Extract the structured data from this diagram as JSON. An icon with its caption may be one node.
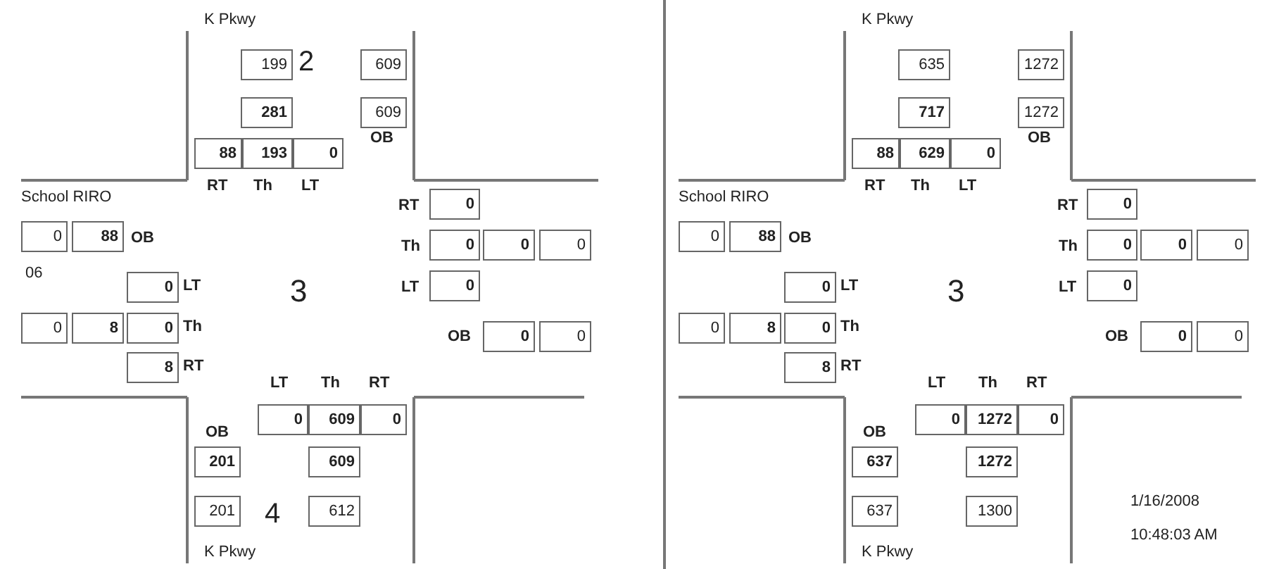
{
  "diagram": {
    "nodes": [
      {
        "text": [
          "199"
        ]
      },
      {
        "text": [
          "609"
        ]
      },
      {
        "text": [
          "281"
        ]
      },
      {
        "text": [
          "609"
        ]
      },
      {
        "text": [
          "88"
        ]
      },
      {
        "text": [
          "193"
        ]
      },
      {
        "text": [
          "0"
        ]
      },
      {
        "text": [
          "0"
        ]
      },
      {
        "text": [
          "88"
        ]
      },
      {
        "text": [
          "0"
        ]
      },
      {
        "text": [
          "0"
        ]
      },
      {
        "text": [
          "0"
        ]
      },
      {
        "text": [
          "0"
        ]
      },
      {
        "text": [
          "0"
        ]
      },
      {
        "text": [
          "0"
        ]
      },
      {
        "text": [
          "8"
        ]
      },
      {
        "text": [
          "0"
        ]
      },
      {
        "text": [
          "0"
        ]
      },
      {
        "text": [
          "0"
        ]
      },
      {
        "text": [
          "0"
        ]
      },
      {
        "text": [
          "8"
        ]
      },
      {
        "text": [
          "0"
        ]
      },
      {
        "text": [
          "609"
        ]
      },
      {
        "text": [
          "0"
        ]
      },
      {
        "text": [
          "201"
        ]
      },
      {
        "text": [
          "609"
        ]
      },
      {
        "text": [
          "201"
        ]
      },
      {
        "text": [
          "612"
        ]
      },
      {
        "text": [
          "635"
        ]
      },
      {
        "text": [
          "1272"
        ]
      },
      {
        "text": [
          "717"
        ]
      },
      {
        "text": [
          "1272"
        ]
      },
      {
        "text": [
          "88"
        ]
      },
      {
        "text": [
          "629"
        ]
      },
      {
        "text": [
          "0"
        ]
      },
      {
        "text": [
          "0"
        ]
      },
      {
        "text": [
          "88"
        ]
      },
      {
        "text": [
          "0"
        ]
      },
      {
        "text": [
          "0"
        ]
      },
      {
        "text": [
          "0"
        ]
      },
      {
        "text": [
          "0"
        ]
      },
      {
        "text": [
          "0"
        ]
      },
      {
        "text": [
          "0"
        ]
      },
      {
        "text": [
          "8"
        ]
      },
      {
        "text": [
          "0"
        ]
      },
      {
        "text": [
          "0"
        ]
      },
      {
        "text": [
          "0"
        ]
      },
      {
        "text": [
          "0"
        ]
      },
      {
        "text": [
          "8"
        ]
      },
      {
        "text": [
          "0"
        ]
      },
      {
        "text": [
          "1272"
        ]
      },
      {
        "text": [
          "0"
        ]
      },
      {
        "text": [
          "637"
        ]
      },
      {
        "text": [
          "1272"
        ]
      },
      {
        "text": [
          "637"
        ]
      },
      {
        "text": [
          "1300"
        ]
      }
    ],
    "labels": [
      "K Pkwy",
      "2",
      "OB",
      "RT",
      "Th",
      "LT",
      "School RIRO",
      "RT",
      "OB",
      "Th",
      "06",
      "LT",
      "3",
      "LT",
      "Th",
      "OB",
      "RT",
      "LT",
      "Th",
      "RT",
      "OB",
      "4",
      "K Pkwy",
      "K Pkwy",
      "OB",
      "RT",
      "Th",
      "LT",
      "School RIRO",
      "RT",
      "OB",
      "Th",
      "LT",
      "3",
      "LT",
      "Th",
      "OB",
      "RT",
      "LT",
      "Th",
      "RT",
      "OB",
      "1/16/2008",
      "10:48:03 AM",
      "K Pkwy"
    ]
  }
}
